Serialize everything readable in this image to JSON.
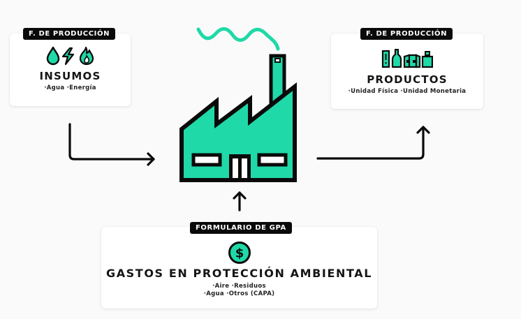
{
  "colors": {
    "accent": "#1fd9a8",
    "outline": "#0a0a0a",
    "background": "#fafafa",
    "card": "#ffffff",
    "tag_background": "#0a0a0a",
    "tag_text": "#ffffff"
  },
  "insumos": {
    "tag": "F. DE PRODUCCIÓN",
    "title": "INSUMOS",
    "items": "·Agua ·Energía",
    "icons": [
      "water-drop-icon",
      "lightning-bolt-icon",
      "flame-icon"
    ]
  },
  "productos": {
    "tag": "F. DE PRODUCCIÓN",
    "title": "PRODUCTOS",
    "items": "·Unidad Física ·Unidad Monetaria",
    "icons": [
      "tube-icon",
      "bottle-icon",
      "box-icon",
      "jar-icon"
    ]
  },
  "gastos": {
    "tag": "FORMULARIO DE GPA",
    "title": "GASTOS EN PROTECCIÓN AMBIENTAL",
    "items_line1": "·Aire ·Residuos",
    "items_line2": "·Agua ·Otros (CAPA)",
    "icon": "dollar-coin-icon"
  },
  "center": {
    "icon": "factory-icon",
    "smoke": "smoke-wave-icon"
  },
  "arrows": [
    {
      "name": "insumos-to-factory",
      "direction": "down-then-right"
    },
    {
      "name": "factory-to-productos",
      "direction": "right-then-up"
    },
    {
      "name": "gastos-to-factory",
      "direction": "up"
    }
  ]
}
